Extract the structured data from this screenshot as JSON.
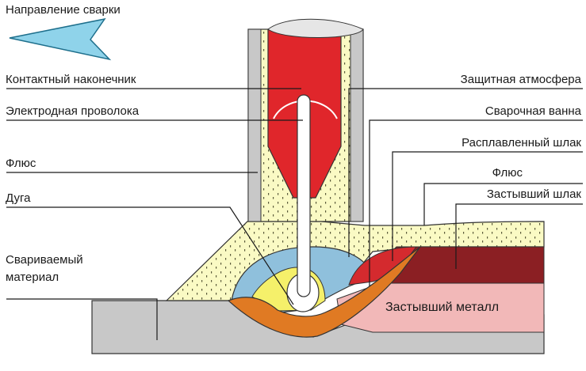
{
  "labels": {
    "welding_direction": "Направление сварки",
    "contact_tip": "Контактный наконечник",
    "electrode_wire": "Электродная проволока",
    "flux_left": "Флюс",
    "arc": "Дуга",
    "base_material": "Свариваемый материал",
    "base_material_line1": "Свариваемый",
    "base_material_line2": "материал",
    "shielding_atmosphere": "Защитная атмосфера",
    "weld_pool": "Сварочная ванна",
    "molten_slag": "Расплавленный шлак",
    "flux_right": "Флюс",
    "solidified_slag": "Застывший шлак",
    "solidified_metal": "Застывший  металл"
  },
  "colors": {
    "arrow": "#8fd3ea",
    "flux": "#fafac4",
    "contact_tip": "#e0262b",
    "shielding_gas": "#8fc0dc",
    "arc": "#f5f06a",
    "weld_pool": "#e07a23",
    "molten_slag": "#d42a2e",
    "solidified_slag": "#8b1f23",
    "solidified_metal": "#f2b8b8",
    "base_metal": "#c8c8c8"
  }
}
